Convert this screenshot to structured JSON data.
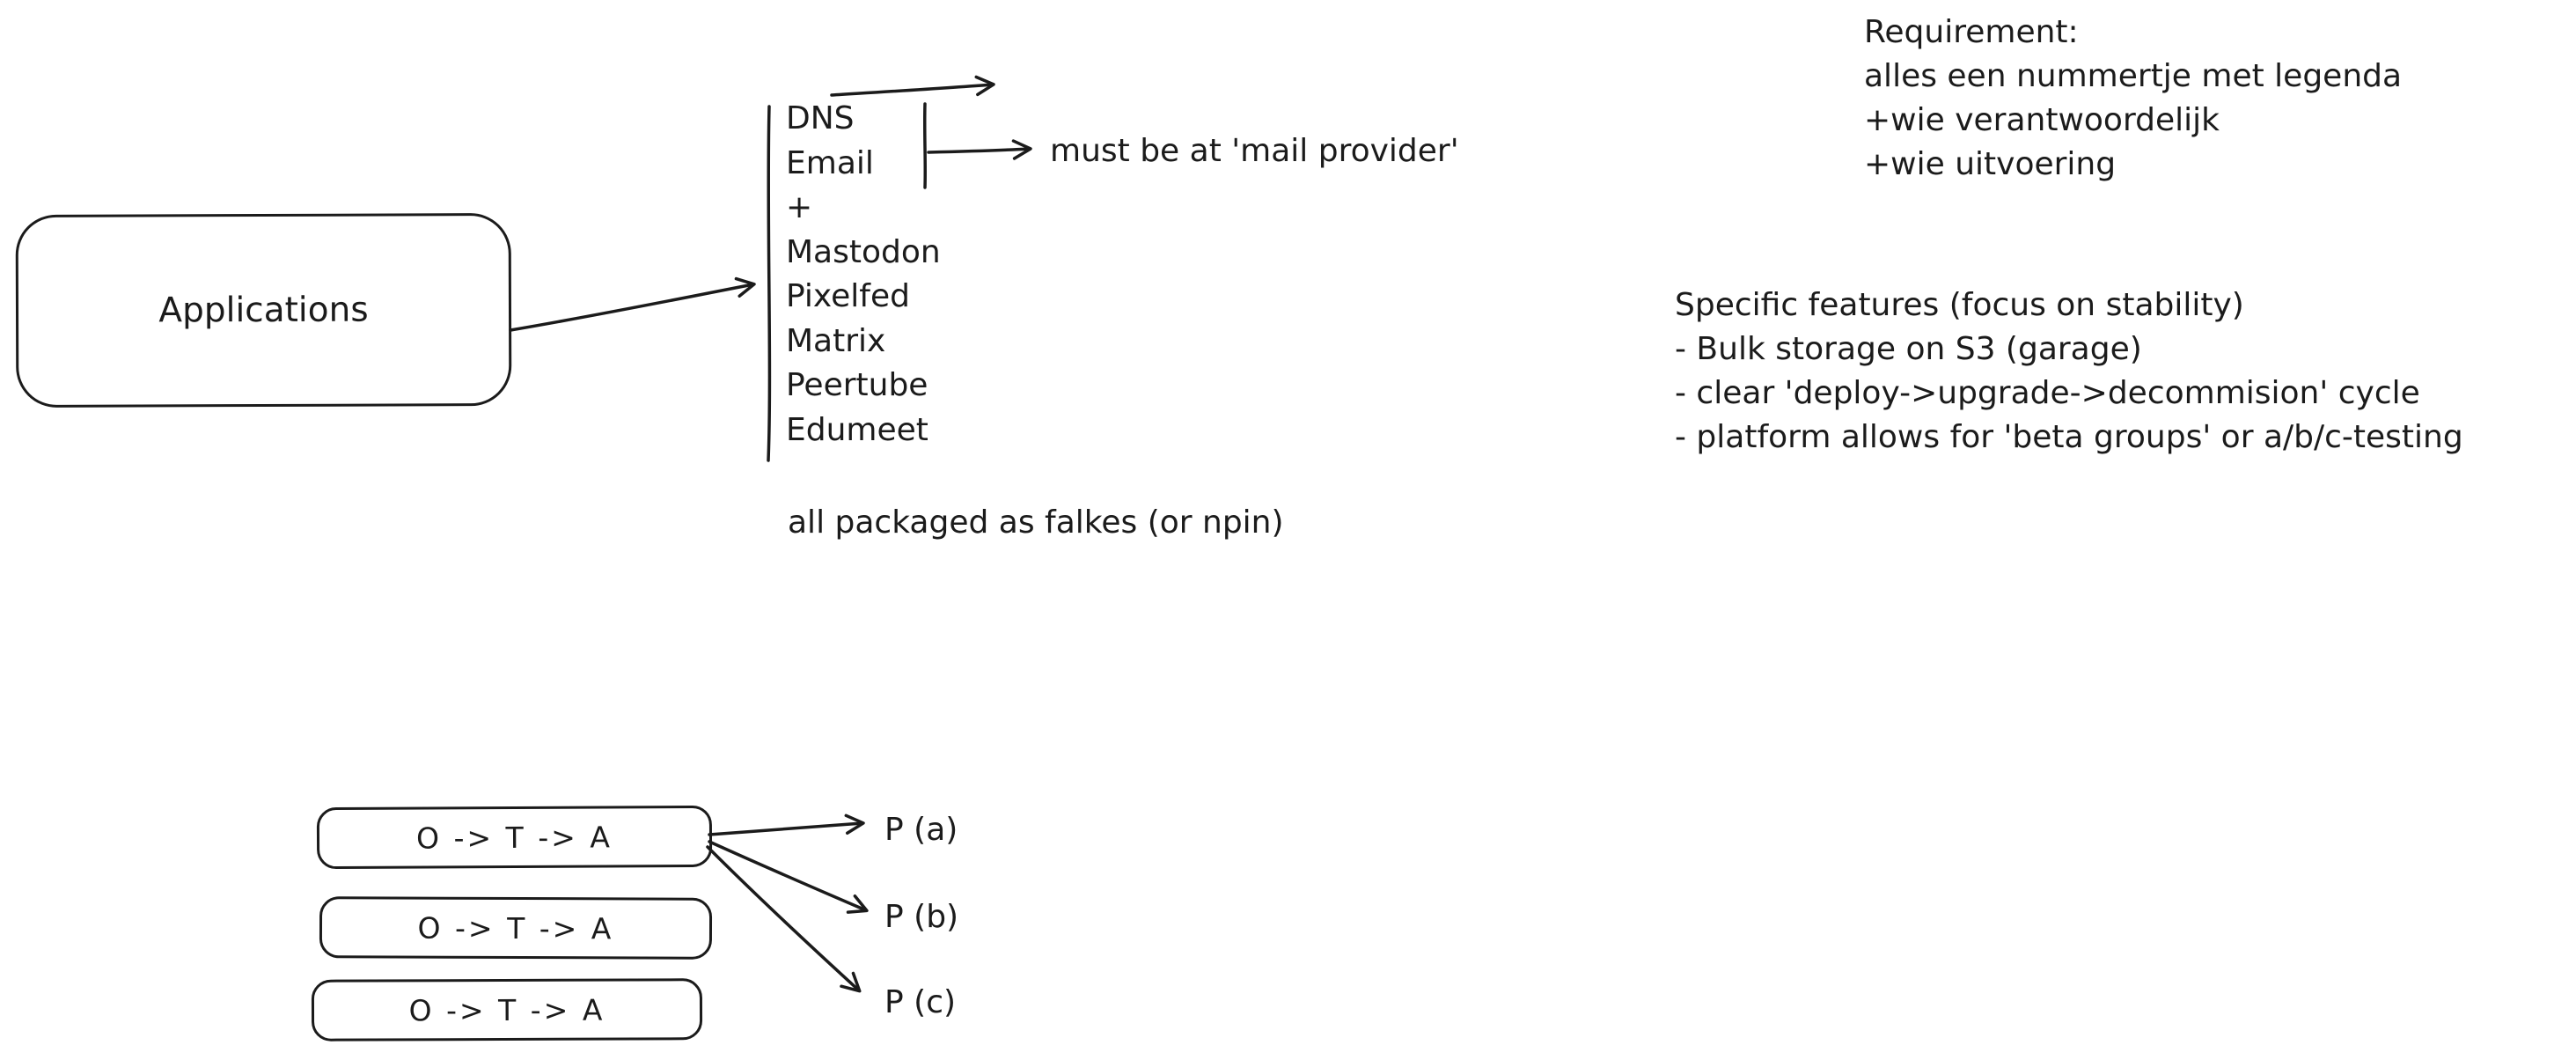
{
  "colors": {
    "ink": "#1b1b1b",
    "background": "#ffffff"
  },
  "diagram": {
    "applications_box": {
      "label": "Applications"
    },
    "services": [
      "DNS",
      "Email",
      "+",
      "Mastodon",
      "Pixelfed",
      "Matrix",
      "Peertube",
      "Edumeet"
    ],
    "mail_note": "must be at 'mail provider'",
    "packaging_note": "all packaged as falkes (or npin)",
    "requirement": [
      "Requirement:",
      "alles een nummertje met legenda",
      "+wie verantwoordelijk",
      "+wie uitvoering"
    ],
    "features": [
      "Specific features (focus on stability)",
      "- Bulk storage on S3 (garage)",
      "- clear 'deploy->upgrade->decommision' cycle",
      "- platform allows for 'beta groups' or a/b/c-testing"
    ],
    "pipeline_boxes": [
      "O -> T -> A",
      "O -> T -> A",
      "O -> T -> A"
    ],
    "pipeline_targets": [
      "P (a)",
      "P (b)",
      "P (c)"
    ]
  }
}
